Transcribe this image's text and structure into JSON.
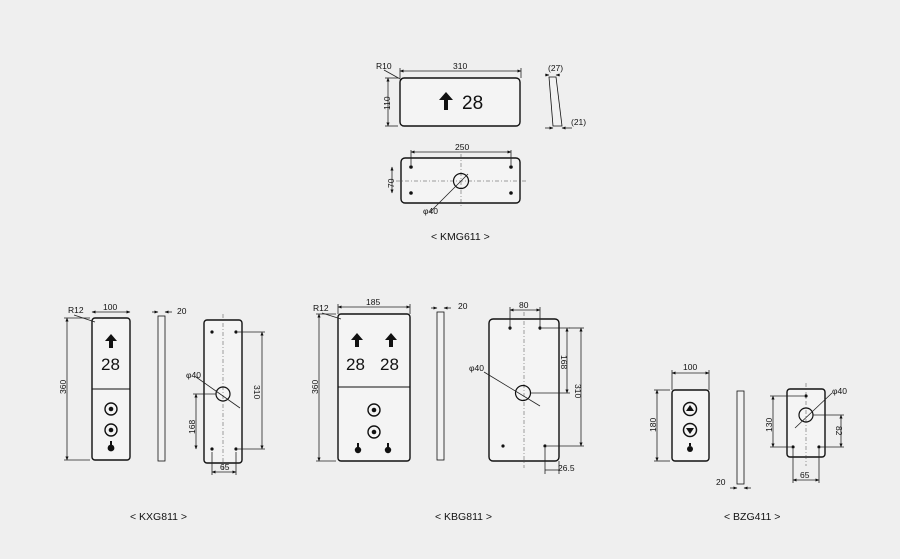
{
  "kmg611": {
    "caption": "< KMG611 >",
    "display": "28",
    "dims": {
      "r": "R10",
      "w": "310",
      "h": "110",
      "t1": "(27)",
      "t2": "(21)",
      "hole": "250",
      "hole_h": "70",
      "phi": "φ40"
    }
  },
  "kxg811": {
    "caption": "< KXG811 >",
    "display": "28",
    "dims": {
      "r": "R12",
      "w": "100",
      "t": "20",
      "h": "360",
      "phi": "φ40",
      "hole_h": "310",
      "off": "168",
      "off_w": "65"
    }
  },
  "kbg811": {
    "caption": "< KBG811 >",
    "display_left": "28",
    "display_right": "28",
    "dims": {
      "r": "R12",
      "w": "185",
      "t": "20",
      "h": "360",
      "top": "80",
      "phi": "φ40",
      "off": "168",
      "hole_h": "310",
      "edge": "26.5"
    }
  },
  "bzg411": {
    "caption": "< BZG411 >",
    "dims": {
      "w": "100",
      "h": "180",
      "t": "20",
      "phi": "φ40",
      "hole_h": "130",
      "off": "82",
      "off_w": "65"
    }
  },
  "icons": [
    "arrow-up-icon",
    "call-button-icon",
    "up-button-icon",
    "down-button-icon",
    "keyswitch-icon",
    "hole-icon"
  ]
}
